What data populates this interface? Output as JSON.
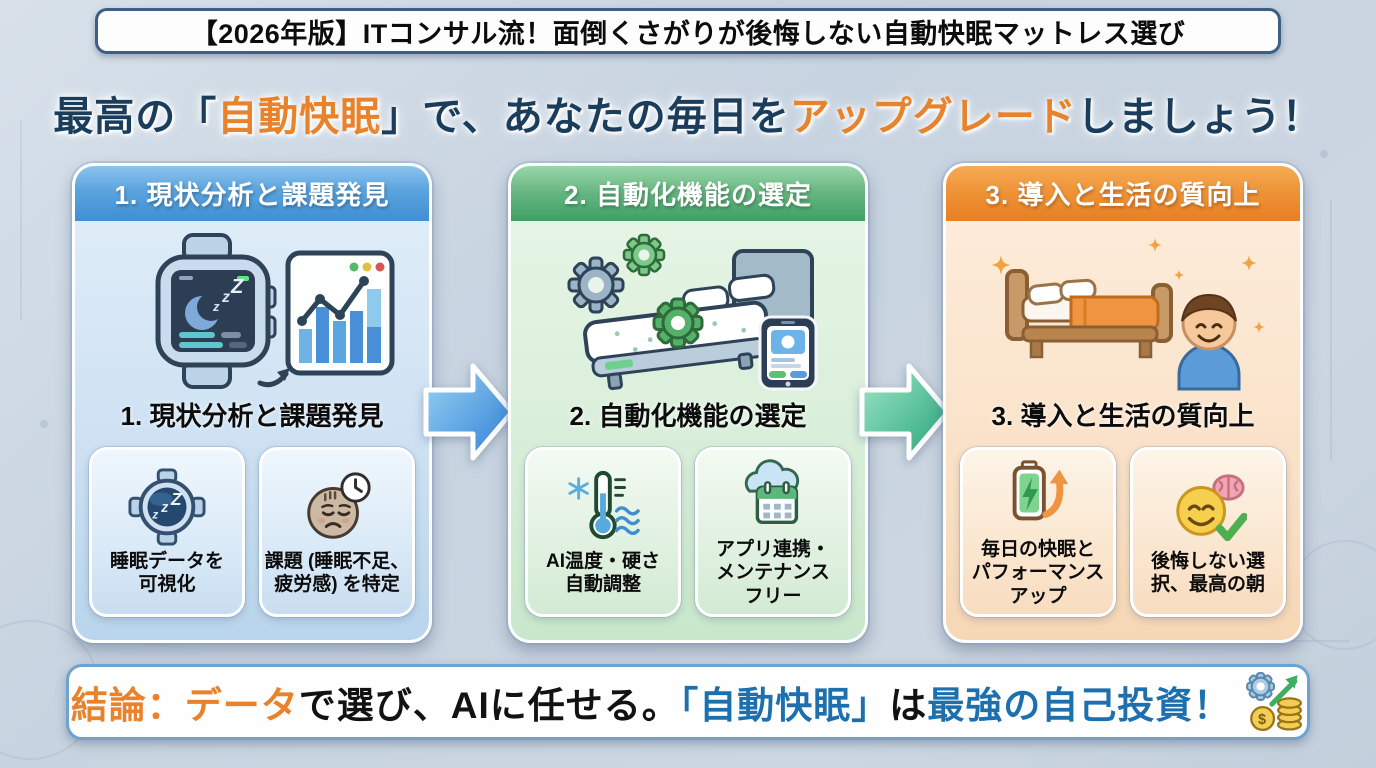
{
  "header": {
    "title": "【2026年版】ITコンサル流！面倒くさがりが後悔しない自動快眠マットレス選び",
    "subtitle_segments": [
      {
        "text": "最高の「",
        "color": "navy"
      },
      {
        "text": "自動快眠",
        "color": "orange"
      },
      {
        "text": "」で、あなたの毎日を",
        "color": "navy"
      },
      {
        "text": "アップグレード",
        "color": "orange"
      },
      {
        "text": "しましょう！",
        "color": "navy"
      }
    ]
  },
  "steps": [
    {
      "header": "1. 現状分析と課題発見",
      "label": "1. 現状分析と課題発見",
      "illustration": "smartwatch-and-sleep-chart",
      "accent": "#3f8fd4",
      "items": [
        {
          "icon": "smartwatch-zzz-icon",
          "text": "睡眠データを\n可視化"
        },
        {
          "icon": "tired-face-clock-icon",
          "text": "課題 (睡眠不足、\n疲労感) を特定"
        }
      ]
    },
    {
      "header": "2. 自動化機能の選定",
      "label": "2. 自動化機能の選定",
      "illustration": "smart-bed-gears-and-phone",
      "accent": "#3fa065",
      "items": [
        {
          "icon": "thermometer-adjust-icon",
          "text": "AI温度・硬さ\n自動調整"
        },
        {
          "icon": "cloud-calendar-icon",
          "text": "アプリ連携・\nメンテナンス\nフリー"
        }
      ]
    },
    {
      "header": "3. 導入と生活の質向上",
      "label": "3. 導入と生活の質向上",
      "illustration": "bed-and-happy-person",
      "accent": "#e87f22",
      "items": [
        {
          "icon": "battery-performance-icon",
          "text": "毎日の快眠と\nパフォーマンス\nアップ"
        },
        {
          "icon": "smile-brain-check-icon",
          "text": "後悔しない選\n択、最高の朝"
        }
      ]
    }
  ],
  "arrows": [
    {
      "name": "flow-arrow-1",
      "direction": "right",
      "color": "#2f7fd6"
    },
    {
      "name": "flow-arrow-2",
      "direction": "right",
      "color": "#27a578"
    }
  ],
  "conclusion": {
    "segments": [
      {
        "text": "結論：",
        "color": "orange"
      },
      {
        "text": "データ",
        "color": "orange"
      },
      {
        "text": "で選び、AIに任せる。",
        "color": "black"
      },
      {
        "text": "「自動快眠」",
        "color": "blue"
      },
      {
        "text": "は",
        "color": "black"
      },
      {
        "text": "最強の自己投資！",
        "color": "blue"
      }
    ],
    "icon": "gear-coins-growth-icon"
  },
  "colors": {
    "background": "#c9d4e0",
    "accent_orange": "#e8832c",
    "navy_text": "#1b3d5c",
    "blue_text": "#1d6fae",
    "step1_header": "#3f8fd4",
    "step2_header": "#3fa065",
    "step3_header": "#e87f22"
  }
}
